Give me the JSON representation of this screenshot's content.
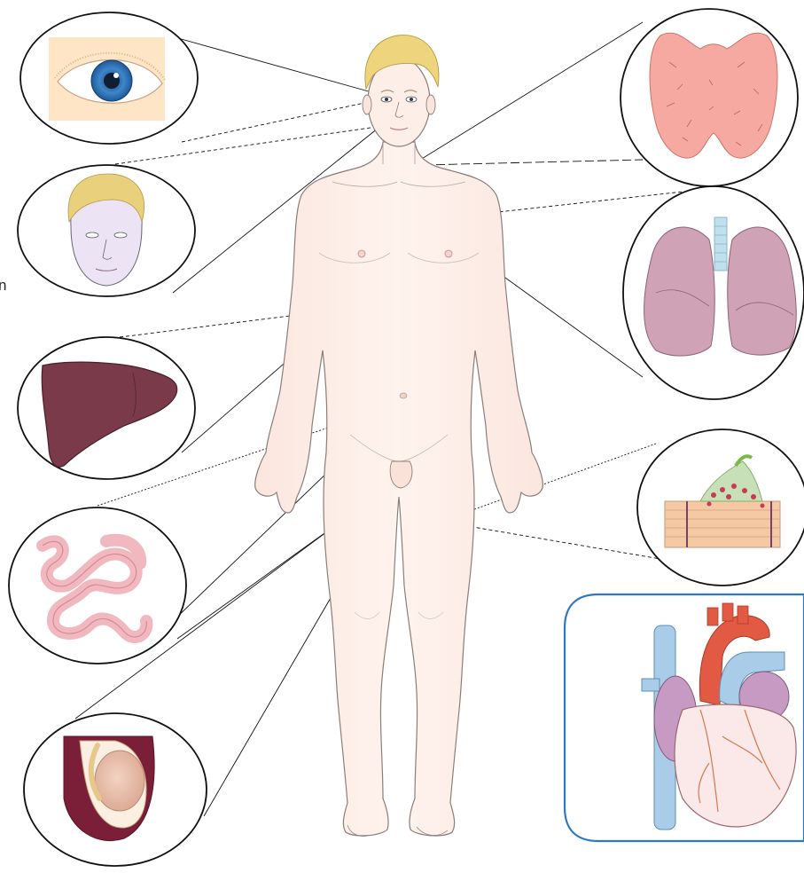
{
  "figure": {
    "edge_text": "n",
    "colors": {
      "skin": "#fdeee8",
      "skin_outline": "#8a7e7a",
      "hair": "#e9d27a",
      "callout_outline": "#111111",
      "heart_panel_border": "#2a79c4"
    },
    "callouts": [
      {
        "organ": "eye",
        "icon": "eye-icon"
      },
      {
        "organ": "face",
        "icon": "face-icon"
      },
      {
        "organ": "liver",
        "icon": "liver-icon"
      },
      {
        "organ": "intestine",
        "icon": "intestine-icon"
      },
      {
        "organ": "testis",
        "icon": "testis-icon"
      },
      {
        "organ": "thyroid",
        "icon": "thyroid-icon"
      },
      {
        "organ": "lungs",
        "icon": "lungs-icon"
      },
      {
        "organ": "muscle-tissue",
        "icon": "muscle-tissue-icon"
      },
      {
        "organ": "heart",
        "icon": "heart-icon"
      }
    ]
  }
}
